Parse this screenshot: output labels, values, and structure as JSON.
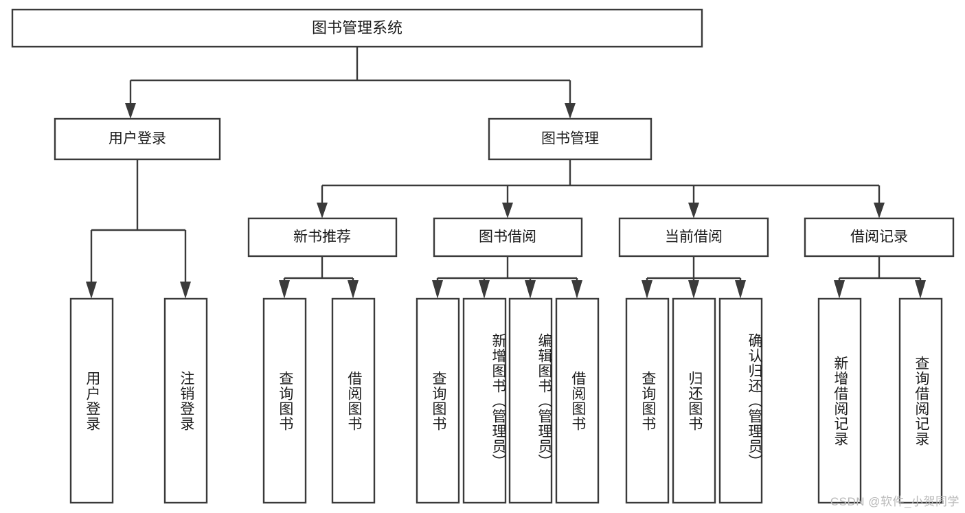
{
  "diagram": {
    "type": "tree-hierarchy",
    "root": {
      "id": "root",
      "label": "图书管理系统"
    },
    "level2": [
      {
        "id": "user-login",
        "label": "用户登录"
      },
      {
        "id": "book-manage",
        "label": "图书管理"
      }
    ],
    "level3": [
      {
        "id": "new-book-rec",
        "label": "新书推荐"
      },
      {
        "id": "book-borrow",
        "label": "图书借阅"
      },
      {
        "id": "current-borrow",
        "label": "当前借阅"
      },
      {
        "id": "borrow-record",
        "label": "借阅记录"
      }
    ],
    "leaves": {
      "user_login": [
        {
          "id": "leaf-user-login",
          "label": "用户登录"
        },
        {
          "id": "leaf-logout-login",
          "label": "注销登录"
        }
      ],
      "new_book_rec": [
        {
          "id": "leaf-query-book-1",
          "label": "查询图书"
        },
        {
          "id": "leaf-borrow-book-1",
          "label": "借阅图书"
        }
      ],
      "book_borrow": [
        {
          "id": "leaf-query-book-2",
          "label": "查询图书"
        },
        {
          "id": "leaf-add-book",
          "label": "新增图书（管理员）"
        },
        {
          "id": "leaf-edit-book",
          "label": "编辑图书（管理员）"
        },
        {
          "id": "leaf-borrow-book-2",
          "label": "借阅图书"
        }
      ],
      "current_borrow": [
        {
          "id": "leaf-query-book-3",
          "label": "查询图书"
        },
        {
          "id": "leaf-return-book",
          "label": "归还图书"
        },
        {
          "id": "leaf-confirm-return",
          "label": "确认归还（管理员）"
        }
      ],
      "borrow_record": [
        {
          "id": "leaf-add-record",
          "label": "新增借阅记录"
        },
        {
          "id": "leaf-query-record",
          "label": "查询借阅记录"
        }
      ]
    },
    "watermark": "CSDN @软件_小贺同学",
    "colors": {
      "box_stroke": "#3a3a3a",
      "box_fill": "#ffffff",
      "text": "#1b1b1b",
      "watermark": "#b9b9b9",
      "background": "#ffffff"
    }
  }
}
